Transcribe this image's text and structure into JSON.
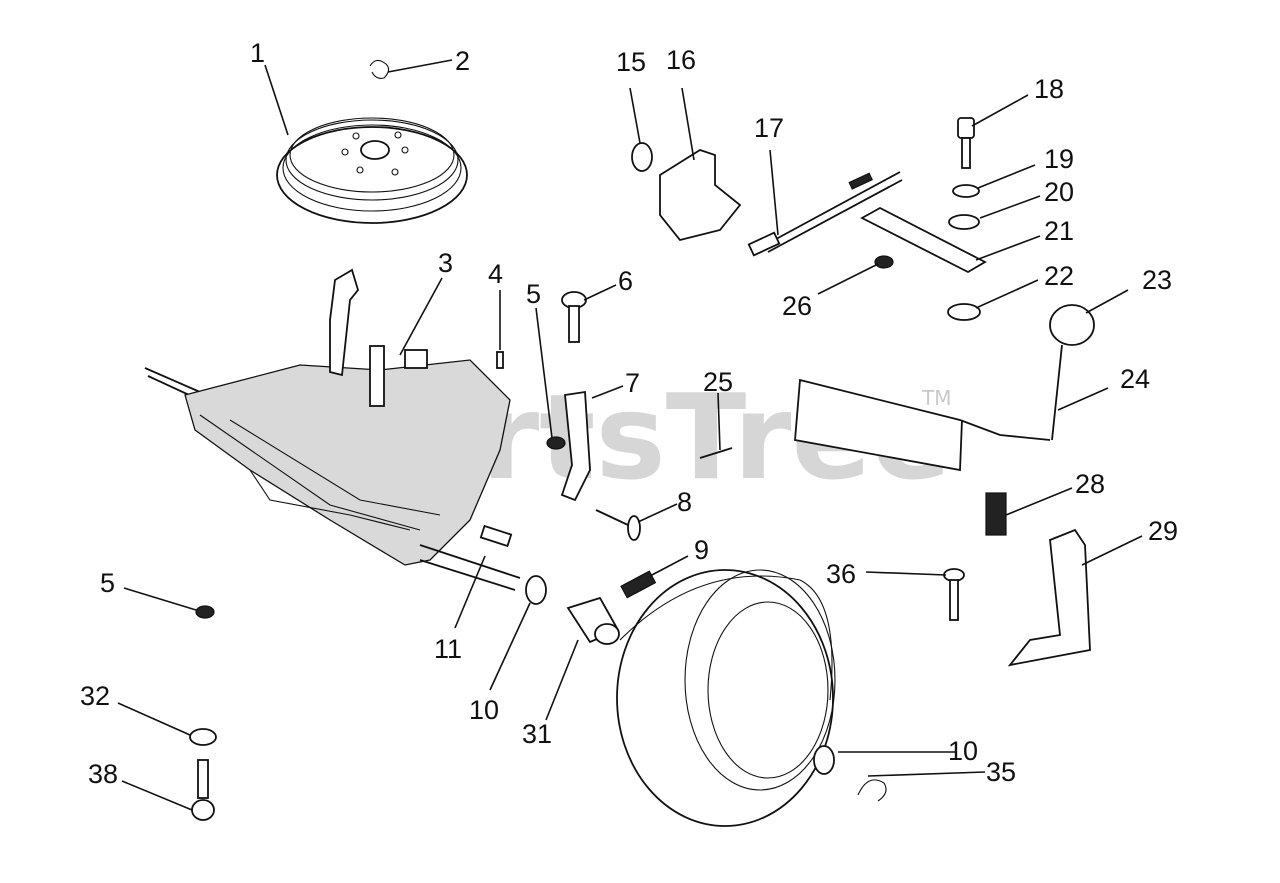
{
  "watermark": {
    "brand": "PartsTree",
    "trademark": "TM"
  },
  "callouts": [
    {
      "id": "c1",
      "label": "1"
    },
    {
      "id": "c2",
      "label": "2"
    },
    {
      "id": "c3",
      "label": "3"
    },
    {
      "id": "c4",
      "label": "4"
    },
    {
      "id": "c5a",
      "label": "5"
    },
    {
      "id": "c6",
      "label": "6"
    },
    {
      "id": "c7",
      "label": "7"
    },
    {
      "id": "c8",
      "label": "8"
    },
    {
      "id": "c9",
      "label": "9"
    },
    {
      "id": "c10a",
      "label": "10"
    },
    {
      "id": "c11",
      "label": "11"
    },
    {
      "id": "c15",
      "label": "15"
    },
    {
      "id": "c16",
      "label": "16"
    },
    {
      "id": "c17",
      "label": "17"
    },
    {
      "id": "c18",
      "label": "18"
    },
    {
      "id": "c19",
      "label": "19"
    },
    {
      "id": "c20",
      "label": "20"
    },
    {
      "id": "c21",
      "label": "21"
    },
    {
      "id": "c22",
      "label": "22"
    },
    {
      "id": "c23",
      "label": "23"
    },
    {
      "id": "c24",
      "label": "24"
    },
    {
      "id": "c25",
      "label": "25"
    },
    {
      "id": "c26",
      "label": "26"
    },
    {
      "id": "c28",
      "label": "28"
    },
    {
      "id": "c29",
      "label": "29"
    },
    {
      "id": "c31",
      "label": "31"
    },
    {
      "id": "c36",
      "label": "36"
    },
    {
      "id": "c5b",
      "label": "5"
    },
    {
      "id": "c32",
      "label": "32"
    },
    {
      "id": "c38",
      "label": "38"
    },
    {
      "id": "c10b",
      "label": "10"
    },
    {
      "id": "c35",
      "label": "35"
    }
  ]
}
